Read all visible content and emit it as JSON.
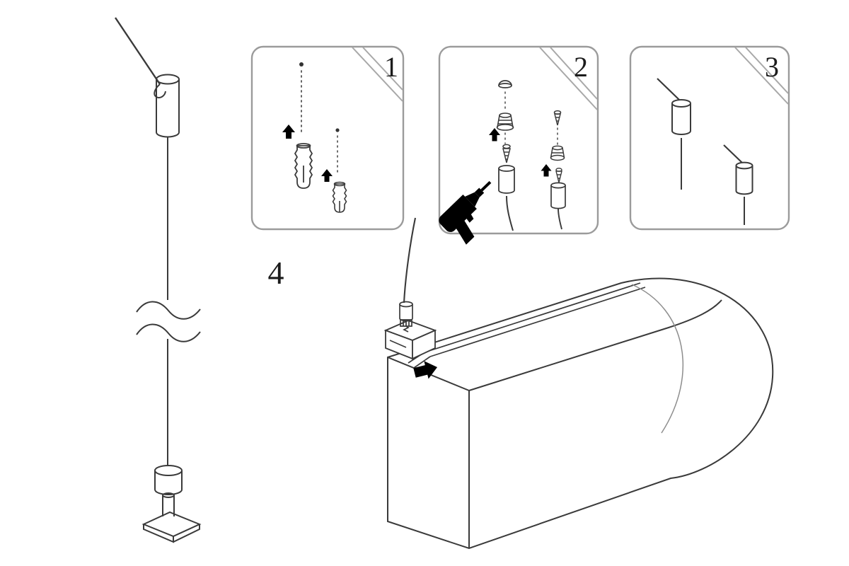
{
  "page": {
    "background": "#ffffff"
  },
  "colors": {
    "line": "#3a3a3a",
    "panel_border": "#9b9b9b",
    "corner_line": "#a8a8a8",
    "arrow": "#000000",
    "text": "#1c1c1c"
  },
  "steps": [
    {
      "label": "1"
    },
    {
      "label": "2"
    },
    {
      "label": "3"
    },
    {
      "label": "4"
    }
  ],
  "figures": {
    "left_figure": "assembled-cable-hanging-kit",
    "step1_figure": "drill-marks-and-wall-anchors",
    "step2_figure": "ceiling-caps-screws-grippers-drill",
    "step3_figure": "wires-inserted-into-grippers",
    "step4_figure": "cable-gripper-bracket-on-panel"
  }
}
